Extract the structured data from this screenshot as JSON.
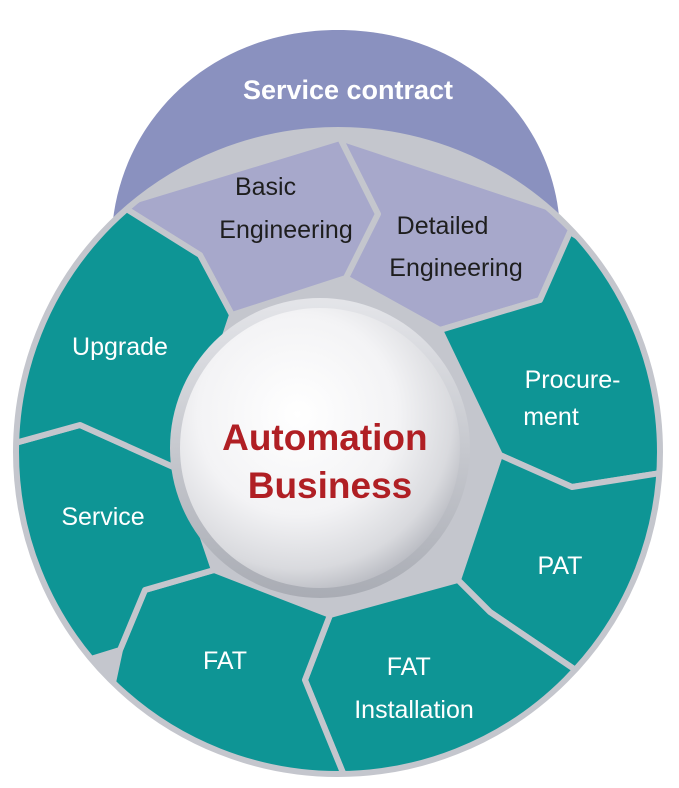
{
  "colors": {
    "contract": "#8a91bf",
    "engineering": "#a7a8cb",
    "phase": "#0e9595",
    "separator": "#c4c6cd",
    "center_text": "#b01f24"
  },
  "service_contract": {
    "label": "Service contract"
  },
  "center": {
    "line1": "Automation",
    "line2": "Business"
  },
  "engineering": {
    "basic": {
      "line1": "Basic",
      "line2": "Engineering"
    },
    "detailed": {
      "line1": "Detailed",
      "line2": "Engineering"
    }
  },
  "phases": {
    "procurement": {
      "line1": "Procure-",
      "line2": "ment"
    },
    "pat": {
      "label": "PAT"
    },
    "fat_installation": {
      "line1": "FAT",
      "line2": "Installation"
    },
    "fat": {
      "label": "FAT"
    },
    "service": {
      "label": "Service"
    },
    "upgrade": {
      "label": "Upgrade"
    }
  }
}
